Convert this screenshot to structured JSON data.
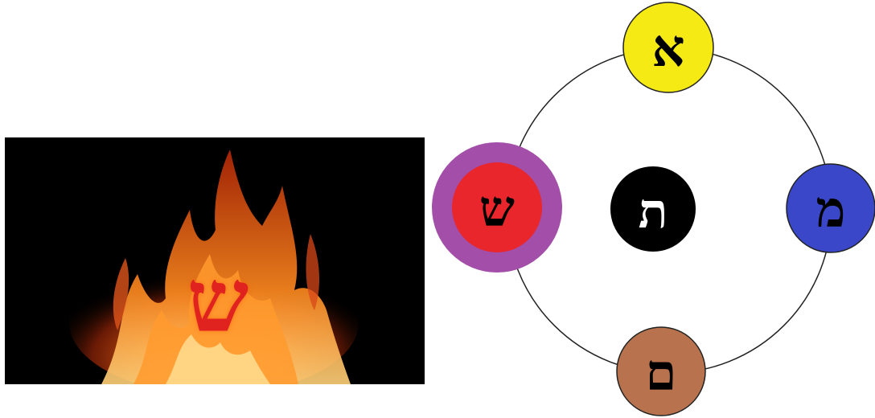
{
  "fire_panel": {
    "letter": "ש",
    "letter_color": "#e0231f"
  },
  "diagram": {
    "ring_color": "#222222",
    "center": {
      "letter": "ת",
      "fill": "#000000",
      "text_color": "#ffffff"
    },
    "nodes": [
      {
        "id": "aleph",
        "letter": "א",
        "fill": "#f5ea14",
        "text_color": "#000000"
      },
      {
        "id": "mem",
        "letter": "מ",
        "fill": "#3a47c9",
        "text_color": "#000000"
      },
      {
        "id": "final-mem",
        "letter": "ם",
        "fill": "#b8734e",
        "text_color": "#000000"
      },
      {
        "id": "shin",
        "letter": "ש",
        "fill": "#e8262b",
        "halo": "#a34ea8",
        "text_color": "#000000"
      }
    ]
  }
}
